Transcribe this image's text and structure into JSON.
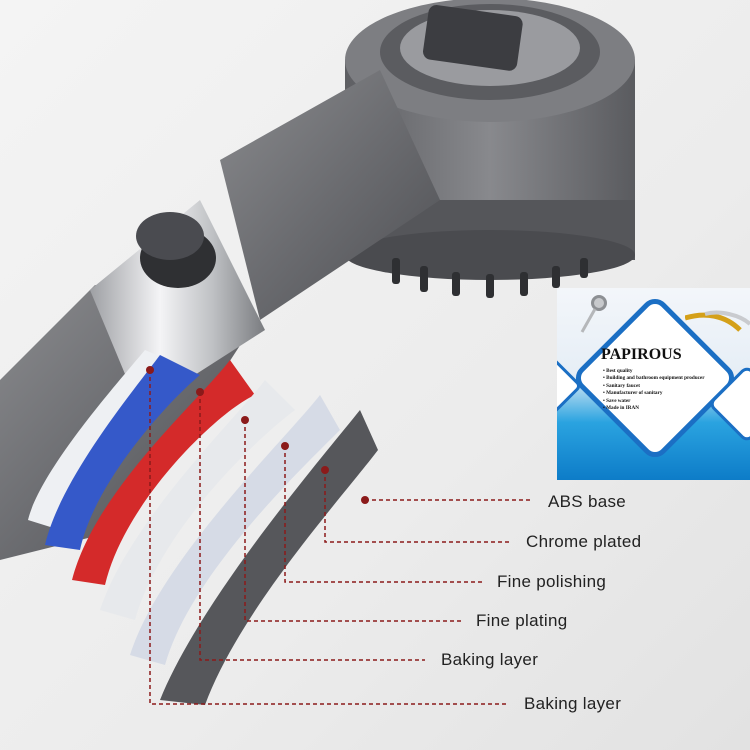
{
  "labels": [
    "ABS base",
    "Chrome plated",
    "Fine polishing",
    "Fine plating",
    "Baking layer",
    "Baking layer"
  ],
  "ad_card": {
    "brand": "PAPIROUS",
    "bullets": [
      "Best quality",
      "Building and bathroom equipment producer",
      "Sanitary faucet",
      "Manufacturer of sanitary",
      "Save water",
      "Made in IRAN"
    ]
  },
  "colors": {
    "accent_line": "#8b1a1a",
    "body_gray": "#6f7073",
    "blue_layer": "#3559c9",
    "red_layer": "#d42a2a"
  }
}
